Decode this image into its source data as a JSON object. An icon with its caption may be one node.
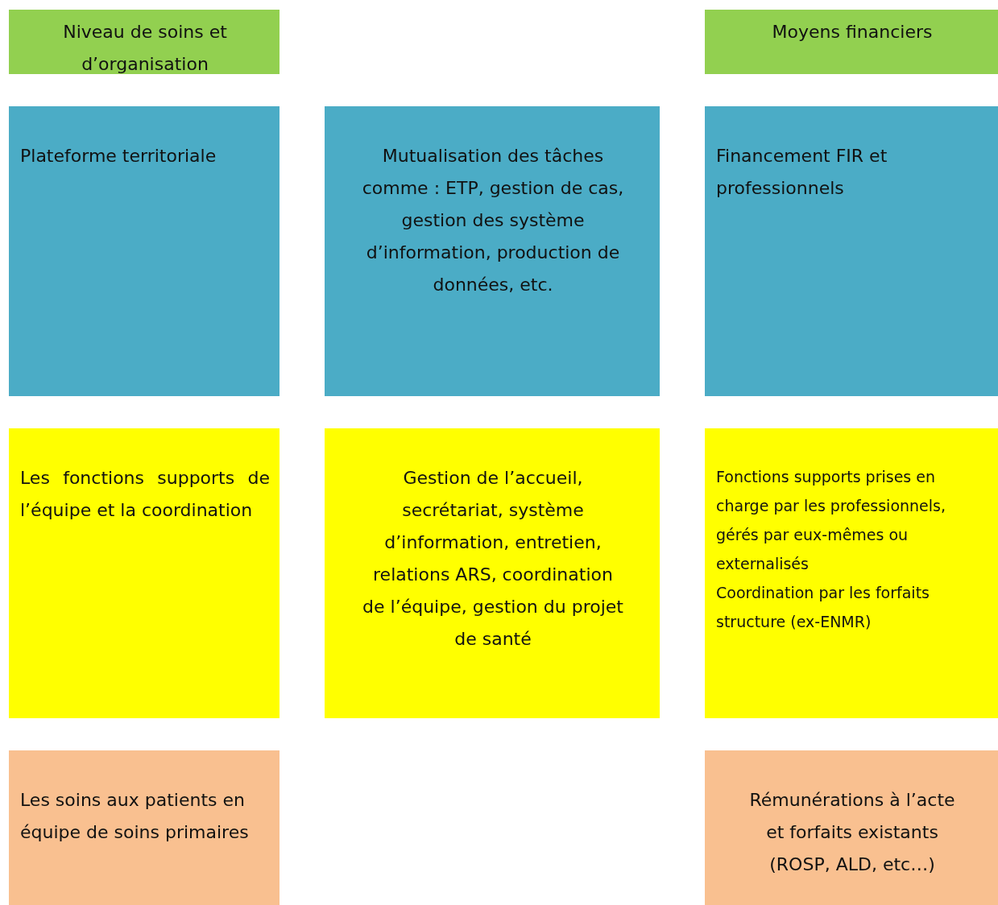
{
  "diagram": {
    "nodes": [
      {
        "text": [
          "Niveau de soins et d’organisation"
        ]
      },
      {
        "text": [
          "Moyens financiers"
        ]
      },
      {
        "text": [
          "Plateforme territoriale"
        ]
      },
      {
        "text": [
          "Mutualisation des tâches comme : ETP, gestion de cas, gestion des système d’information, production de données, etc."
        ]
      },
      {
        "text": [
          "Financement FIR et professionnels"
        ]
      },
      {
        "text": [
          "Les fonctions supports de l’équipe et la coordination"
        ]
      },
      {
        "text": [
          "Gestion de l’accueil, secrétariat, système d’information, entretien, relations ARS, coordination de l’équipe, gestion du projet de santé"
        ]
      },
      {
        "text": [
          "Fonctions supports prises en charge par les professionnels, gérés par eux-mêmes ou externalisés",
          "Coordination par les forfaits structure (ex-ENMR)"
        ]
      },
      {
        "text": [
          "Les soins aux patients en équipe de soins primaires"
        ]
      },
      {
        "text": [
          "Rémunérations à l’acte et forfaits existants (ROSP, ALD, etc…)"
        ]
      }
    ]
  }
}
